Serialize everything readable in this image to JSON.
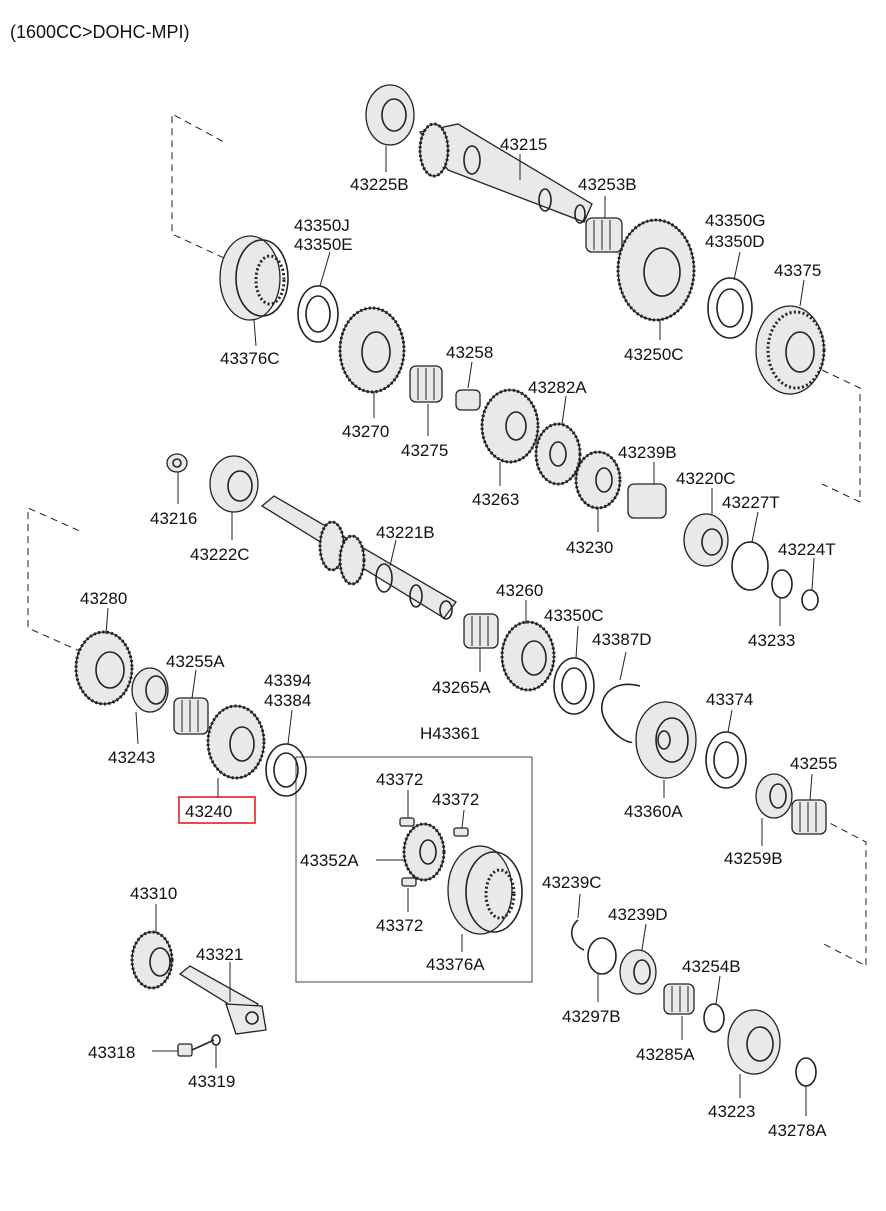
{
  "header": {
    "title": "(1600CC>DOHC-MPI)"
  },
  "highlight": {
    "part": "43240",
    "color": "#e02020"
  },
  "parts": [
    "43225B",
    "43215",
    "43253B",
    "43350J",
    "43350E",
    "43350G",
    "43350D",
    "43375",
    "43376C",
    "43250C",
    "43258",
    "43282A",
    "43270",
    "43275",
    "43263",
    "43239B",
    "43220C",
    "43227T",
    "43216",
    "43222C",
    "43221B",
    "43224T",
    "43230",
    "43233",
    "43280",
    "43260",
    "43350C",
    "43387D",
    "43255A",
    "43394",
    "43384",
    "43265A",
    "43374",
    "43243",
    "43240",
    "H43361",
    "43360A",
    "43255",
    "43372",
    "43372",
    "43352A",
    "43259B",
    "43372",
    "43239C",
    "43376A",
    "43239D",
    "43310",
    "43254B",
    "43321",
    "43297B",
    "43318",
    "43285A",
    "43319",
    "43223",
    "43278A"
  ]
}
